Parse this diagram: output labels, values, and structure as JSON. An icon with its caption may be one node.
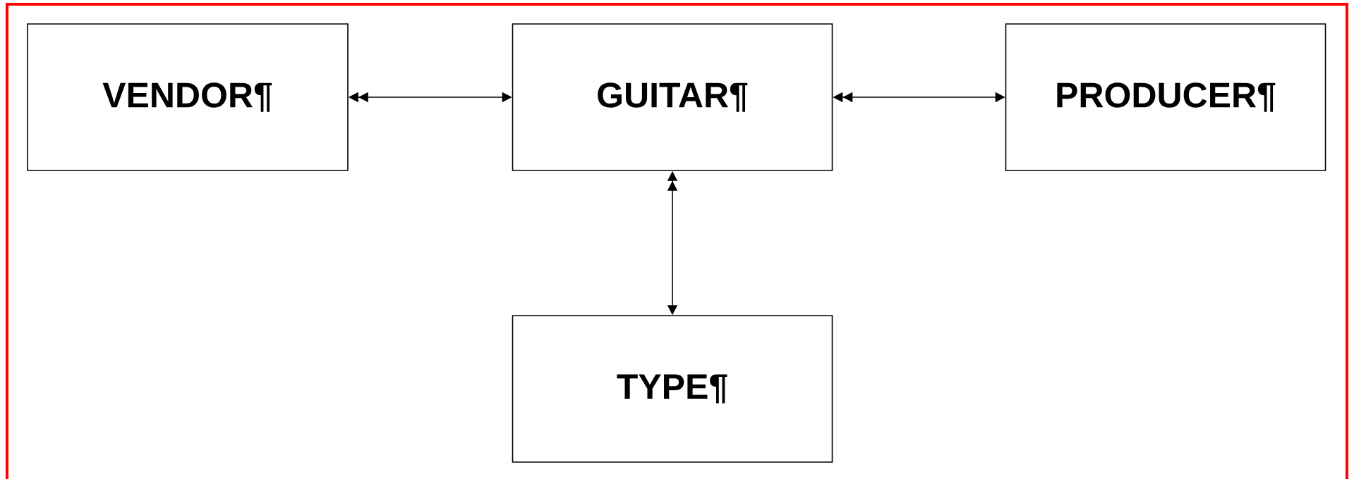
{
  "diagram": {
    "nodes": [
      {
        "text": [
          "VENDOR¶"
        ]
      },
      {
        "text": [
          "GUITAR¶"
        ]
      },
      {
        "text": [
          "PRODUCER¶"
        ]
      },
      {
        "text": [
          "TYPE¶"
        ]
      }
    ],
    "edges": [
      {
        "from": 0,
        "to": 1,
        "arrow": "both"
      },
      {
        "from": 1,
        "to": 2,
        "arrow": "both"
      },
      {
        "from": 1,
        "to": 3,
        "arrow": "both"
      }
    ]
  }
}
